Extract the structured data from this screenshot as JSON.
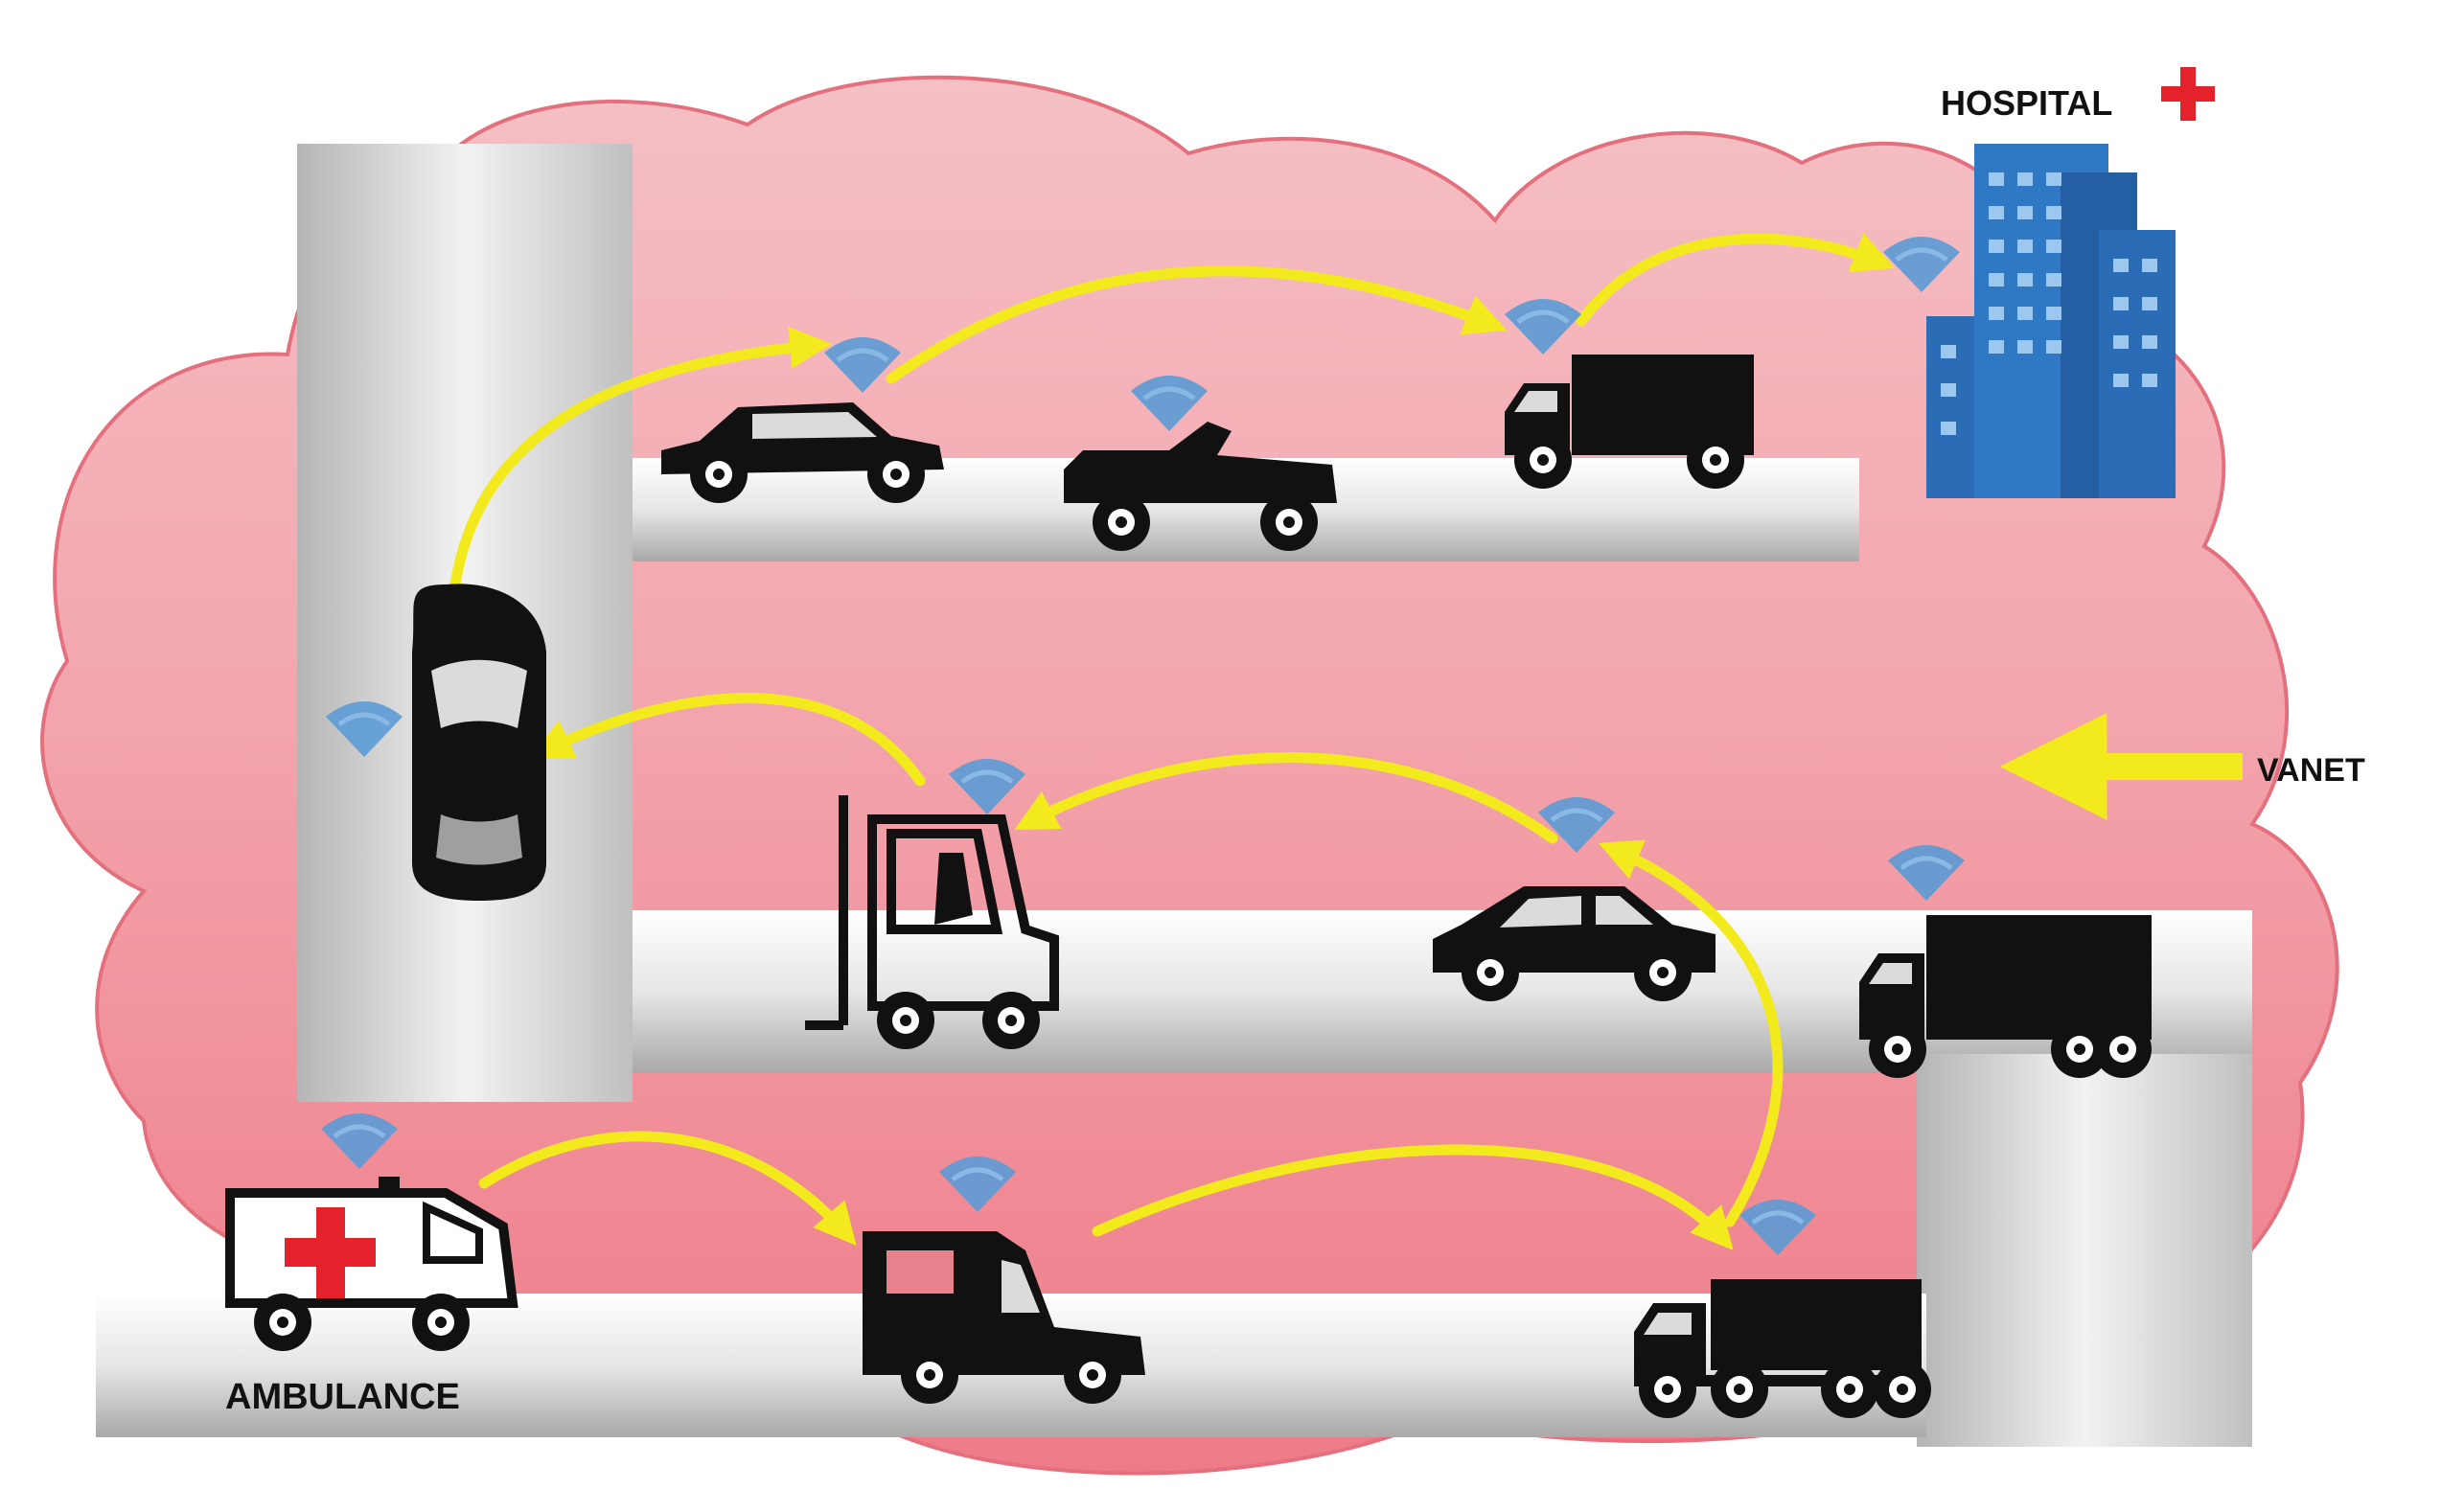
{
  "labels": {
    "hospital": "HOSPITAL",
    "ambulance": "AMBULANCE",
    "vanet": "VANET"
  },
  "nodes": [
    {
      "id": "sedan-top",
      "icon": "sedan-icon"
    },
    {
      "id": "atv-top",
      "icon": "atv-icon"
    },
    {
      "id": "truck-top",
      "icon": "box-truck-icon"
    },
    {
      "id": "hospital",
      "icon": "hospital-building-icon"
    },
    {
      "id": "car-vertical",
      "icon": "car-top-view-icon"
    },
    {
      "id": "forklift",
      "icon": "forklift-icon"
    },
    {
      "id": "hatchback-mid",
      "icon": "hatchback-icon"
    },
    {
      "id": "truck-mid",
      "icon": "box-truck-icon"
    },
    {
      "id": "ambulance",
      "icon": "ambulance-icon"
    },
    {
      "id": "van-bottom",
      "icon": "van-icon"
    },
    {
      "id": "truck-bottom",
      "icon": "semi-truck-icon"
    }
  ],
  "links": [
    {
      "from": "ambulance",
      "to": "van-bottom"
    },
    {
      "from": "van-bottom",
      "to": "truck-bottom"
    },
    {
      "from": "truck-bottom",
      "to": "hatchback-mid"
    },
    {
      "from": "hatchback-mid",
      "to": "forklift"
    },
    {
      "from": "forklift",
      "to": "car-vertical"
    },
    {
      "from": "car-vertical",
      "to": "sedan-top"
    },
    {
      "from": "sedan-top",
      "to": "truck-top"
    },
    {
      "from": "truck-top",
      "to": "hospital"
    }
  ],
  "colors": {
    "cloud": "#f08a95",
    "cloud_light": "#f5b9bf",
    "road": "#dcdcdc",
    "link_arrow": "#f2ea1d",
    "wireless_signal": "#5b9bd5",
    "hospital_building": "#2a6cb5",
    "red_cross": "#e3222b",
    "vehicle": "#111111"
  }
}
